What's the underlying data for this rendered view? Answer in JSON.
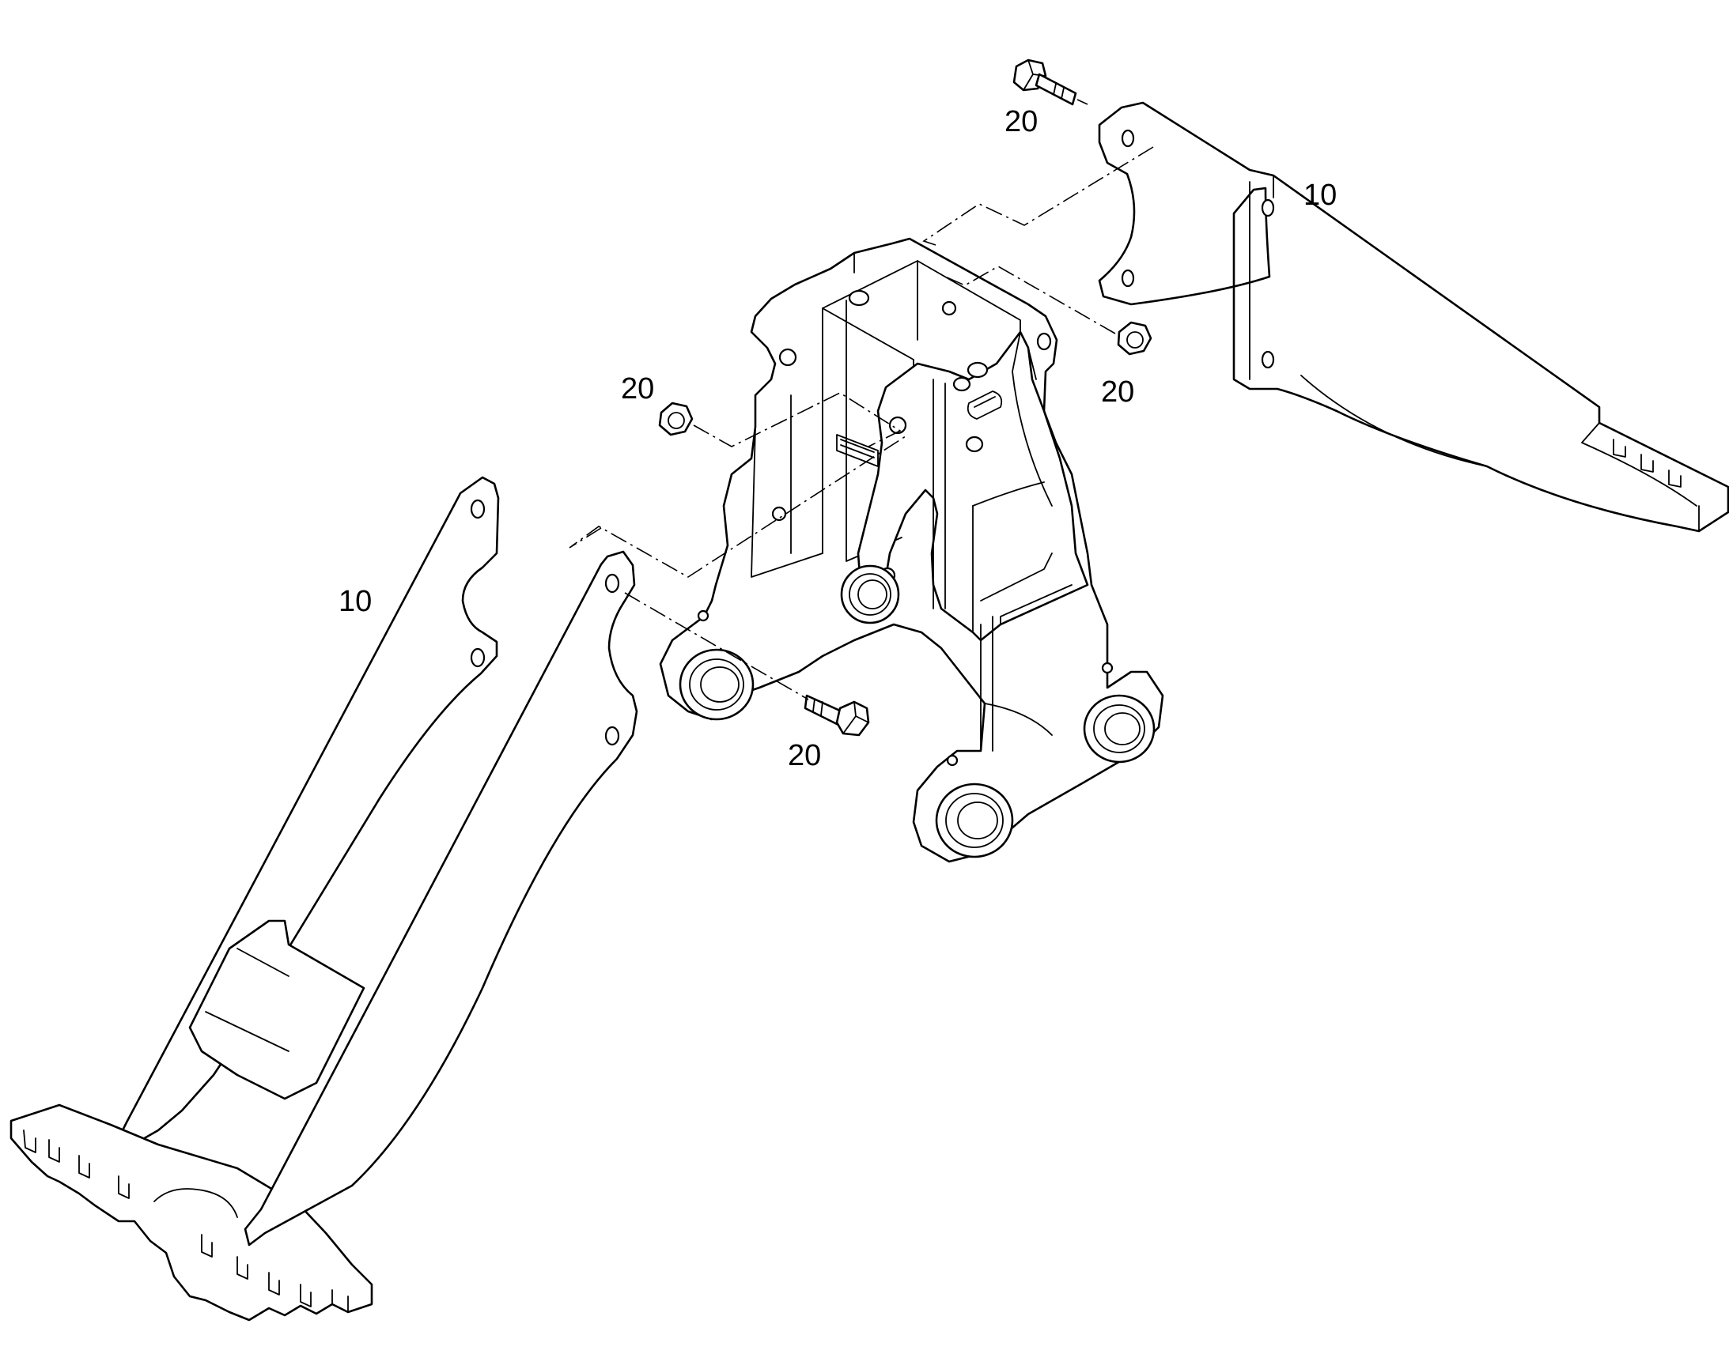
{
  "callouts": [
    {
      "id": "c1",
      "label": "20"
    },
    {
      "id": "c2",
      "label": "10"
    },
    {
      "id": "c3",
      "label": "20"
    },
    {
      "id": "c4",
      "label": "20"
    },
    {
      "id": "c5",
      "label": "10"
    },
    {
      "id": "c6",
      "label": "20"
    }
  ]
}
